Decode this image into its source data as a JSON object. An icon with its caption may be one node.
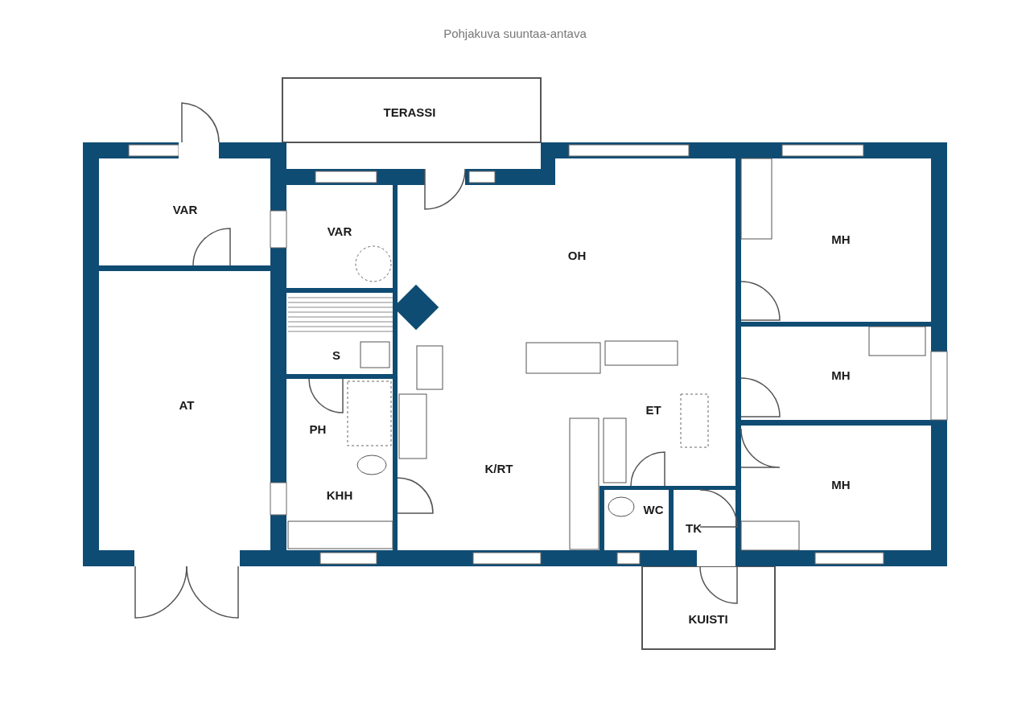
{
  "diagram": {
    "title": "Pohjakuva suuntaa-antava",
    "labels": [
      "TERASSI",
      "VAR",
      "VAR",
      "OH",
      "MH",
      "S",
      "MH",
      "AT",
      "PH",
      "ET",
      "KHH",
      "K/RT",
      "MH",
      "WC",
      "TK",
      "KUISTI"
    ]
  }
}
